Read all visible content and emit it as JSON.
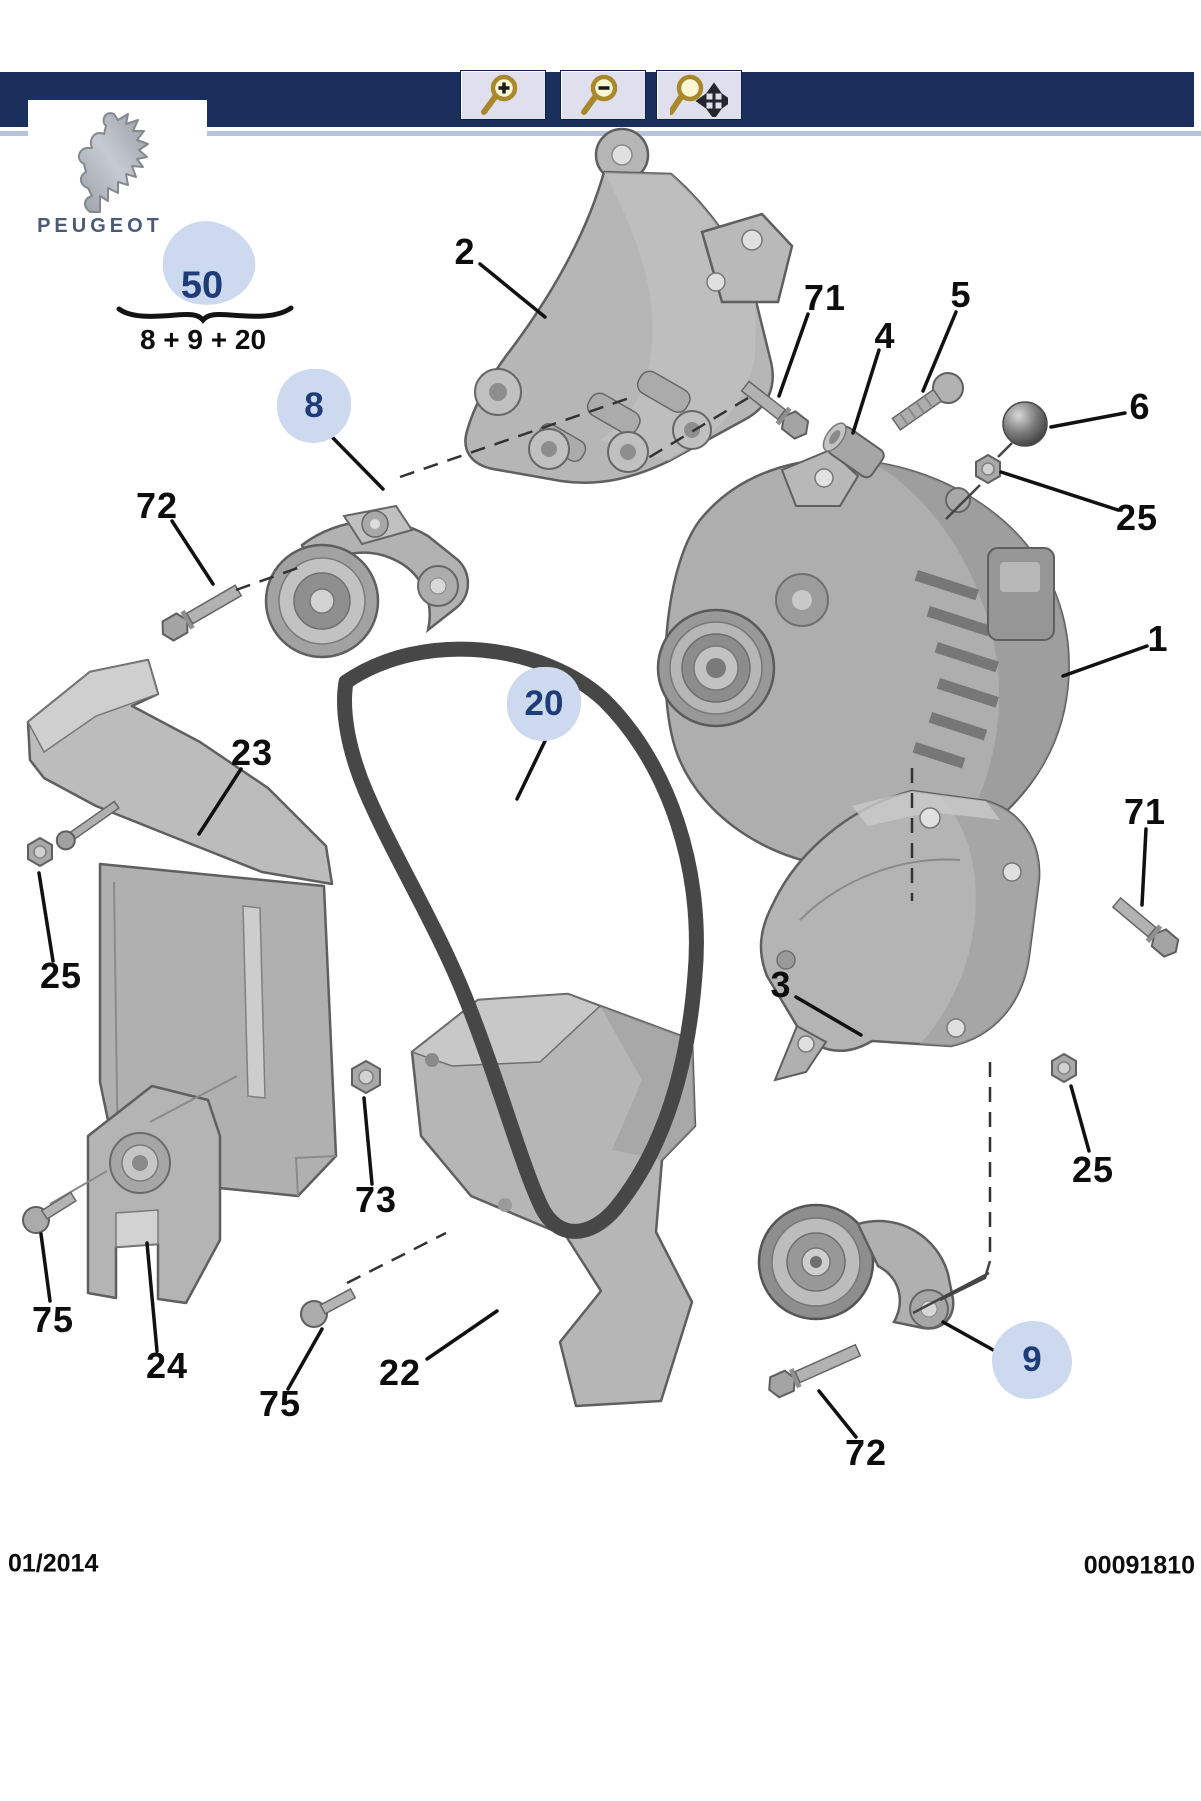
{
  "brand": {
    "name": "PEUGEOT",
    "logo_icon": "peugeot-lion-icon"
  },
  "toolbar": {
    "buttons": [
      {
        "id": "zoom-in",
        "icon": "magnifier-plus-icon"
      },
      {
        "id": "zoom-out",
        "icon": "magnifier-minus-icon"
      },
      {
        "id": "zoom-pan",
        "icon": "magnifier-pan-icon"
      }
    ]
  },
  "selection": {
    "group_number": "50",
    "formula": "8 + 9 + 20"
  },
  "diagram": {
    "callouts": [
      {
        "label": "2",
        "highlighted": false
      },
      {
        "label": "71",
        "highlighted": false
      },
      {
        "label": "4",
        "highlighted": false
      },
      {
        "label": "5",
        "highlighted": false
      },
      {
        "label": "6",
        "highlighted": false
      },
      {
        "label": "25",
        "highlighted": false
      },
      {
        "label": "1",
        "highlighted": false
      },
      {
        "label": "8",
        "highlighted": true
      },
      {
        "label": "72",
        "highlighted": false
      },
      {
        "label": "23",
        "highlighted": false
      },
      {
        "label": "20",
        "highlighted": true
      },
      {
        "label": "71",
        "highlighted": false
      },
      {
        "label": "3",
        "highlighted": false
      },
      {
        "label": "25",
        "highlighted": false
      },
      {
        "label": "25",
        "highlighted": false
      },
      {
        "label": "73",
        "highlighted": false
      },
      {
        "label": "75",
        "highlighted": false
      },
      {
        "label": "24",
        "highlighted": false
      },
      {
        "label": "22",
        "highlighted": false
      },
      {
        "label": "75",
        "highlighted": false
      },
      {
        "label": "72",
        "highlighted": false
      },
      {
        "label": "9",
        "highlighted": true
      }
    ]
  },
  "footer": {
    "issue_date": "01/2014",
    "document_number": "00091810"
  },
  "colors": {
    "header_navy": "#1a2f5c",
    "divider_blue": "#b6c3de",
    "button_bg": "#dfdfee",
    "magnifier_gold": "#a8882a",
    "highlight_fill": "#cdd9ef",
    "highlight_text": "#1e3d78",
    "part_gray": "#b4b4b4",
    "belt_gray": "#474747"
  }
}
